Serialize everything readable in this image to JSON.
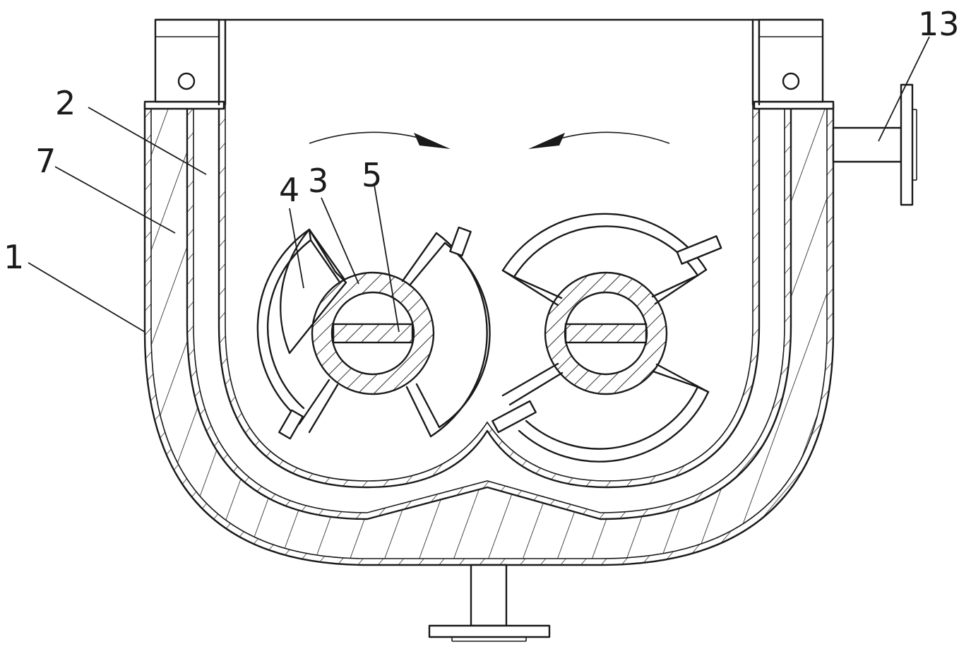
{
  "labels": {
    "part_1": "1",
    "part_2": "2",
    "part_3": "3",
    "part_4": "4",
    "part_5": "5",
    "part_7": "7",
    "part_13": "13"
  }
}
